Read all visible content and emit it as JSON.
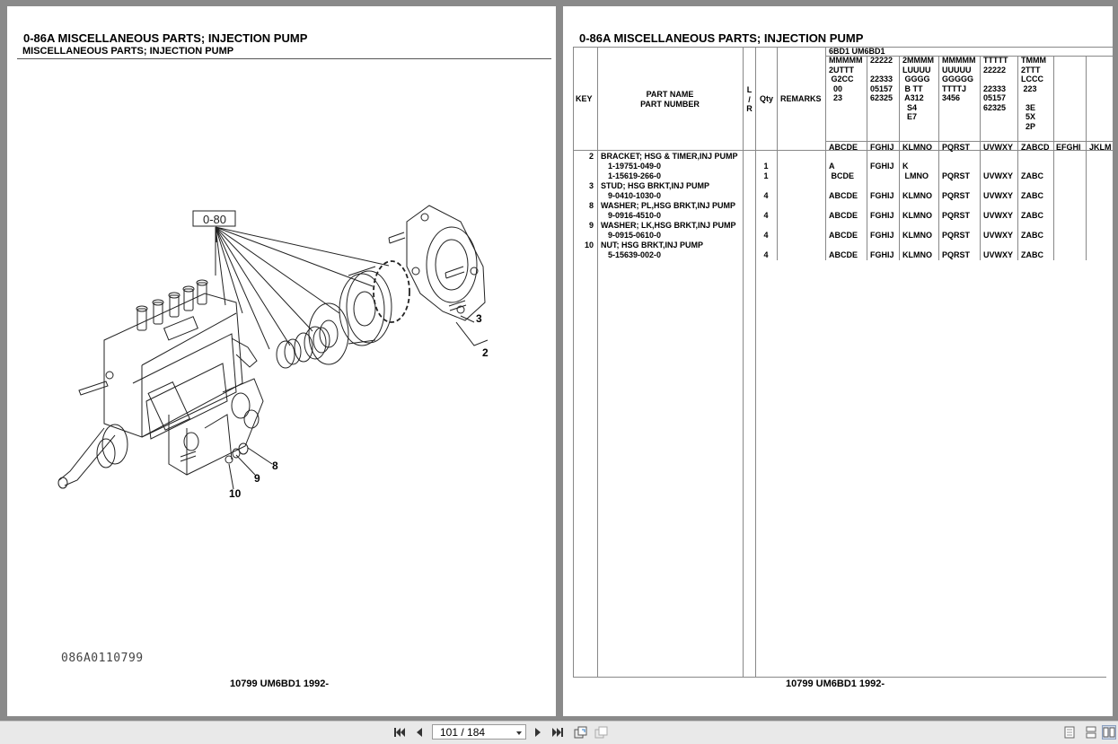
{
  "left_page": {
    "title": "0-86A  MISCELLANEOUS PARTS; INJECTION PUMP",
    "subtitle": "MISCELLANEOUS PARTS; INJECTION PUMP",
    "diagram": {
      "ref_box": "0-80",
      "callouts": [
        "3",
        "2",
        "8",
        "9",
        "10"
      ],
      "image_code": "086A0110799"
    },
    "footer": "10799 UM6BD1 1992-"
  },
  "right_page": {
    "title": "0-86A  MISCELLANEOUS PARTS; INJECTION PUMP",
    "header": {
      "key": "KEY",
      "part_name": "PART NAME",
      "part_number": "PART NUMBER",
      "lr": "L\n/\nR",
      "qty": "Qty",
      "remarks": "REMARKS",
      "model_line": "6BD1   UM6BD1",
      "model_cols": [
        "MMMMM\n2UTTT\n G2CC\n  00\n  23",
        "22222\n\n22333\n05157\n62325",
        "2MMMM\nLUUUU\n GGGG\n B TT\n A312\n  S4\n  E7",
        "MMMMM\nUUUUU\nGGGGG\nTTTTJ\n3456",
        "TTTTT\n22222\n\n22333\n05157\n62325",
        "TMMM\n2TTT\nLCCC\n 223\n\n  3E\n  5X\n  2P"
      ],
      "code_row": [
        "ABCDE",
        "FGHIJ",
        "KLMNO",
        "PQRST",
        "UVWXY",
        "ZABCD",
        "EFGHI",
        "JKLM"
      ]
    },
    "rows": [
      {
        "key": "2",
        "text": "BRACKET; HSG & TIMER,INJ PUMP",
        "type": "name",
        "qty": "",
        "codes": [
          "",
          "",
          "",
          "",
          "",
          ""
        ]
      },
      {
        "key": "",
        "text": "1-19751-049-0",
        "type": "num",
        "qty": "1",
        "codes": [
          "A",
          "FGHIJ",
          "K",
          "",
          "",
          ""
        ]
      },
      {
        "key": "",
        "text": "1-15619-266-0",
        "type": "num",
        "qty": "1",
        "codes": [
          " BCDE",
          "",
          " LMNO",
          "PQRST",
          "UVWXY",
          "ZABC"
        ]
      },
      {
        "key": "3",
        "text": "STUD; HSG BRKT,INJ PUMP",
        "type": "name",
        "qty": "",
        "codes": [
          "",
          "",
          "",
          "",
          "",
          ""
        ]
      },
      {
        "key": "",
        "text": "9-0410-1030-0",
        "type": "num",
        "qty": "4",
        "codes": [
          "ABCDE",
          "FGHIJ",
          "KLMNO",
          "PQRST",
          "UVWXY",
          "ZABC"
        ]
      },
      {
        "key": "8",
        "text": "WASHER; PL,HSG BRKT,INJ PUMP",
        "type": "name",
        "qty": "",
        "codes": [
          "",
          "",
          "",
          "",
          "",
          ""
        ]
      },
      {
        "key": "",
        "text": "9-0916-4510-0",
        "type": "num",
        "qty": "4",
        "codes": [
          "ABCDE",
          "FGHIJ",
          "KLMNO",
          "PQRST",
          "UVWXY",
          "ZABC"
        ]
      },
      {
        "key": "9",
        "text": "WASHER; LK,HSG BRKT,INJ PUMP",
        "type": "name",
        "qty": "",
        "codes": [
          "",
          "",
          "",
          "",
          "",
          ""
        ]
      },
      {
        "key": "",
        "text": "9-0915-0610-0",
        "type": "num",
        "qty": "4",
        "codes": [
          "ABCDE",
          "FGHIJ",
          "KLMNO",
          "PQRST",
          "UVWXY",
          "ZABC"
        ]
      },
      {
        "key": "10",
        "text": "NUT; HSG BRKT,INJ PUMP",
        "type": "name",
        "qty": "",
        "codes": [
          "",
          "",
          "",
          "",
          "",
          ""
        ]
      },
      {
        "key": "",
        "text": "5-15639-002-0",
        "type": "num",
        "qty": "4",
        "codes": [
          "ABCDE",
          "FGHIJ",
          "KLMNO",
          "PQRST",
          "UVWXY",
          "ZABC"
        ]
      }
    ],
    "footer": "10799 UM6BD1 1992-"
  },
  "toolbar": {
    "page_indicator": "101 / 184",
    "icons": [
      "first-page-icon",
      "prev-page-icon",
      "next-page-icon",
      "last-page-icon",
      "rotate-icon",
      "fit-icon",
      "single-page-icon",
      "continuous-icon",
      "two-page-icon"
    ]
  }
}
